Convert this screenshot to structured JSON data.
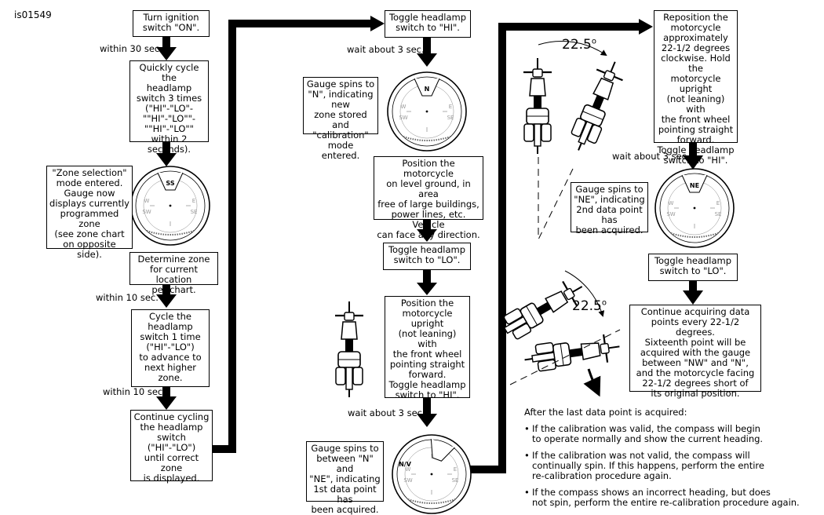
{
  "doc_id": "is01549",
  "boxes": {
    "b1": "Turn ignition\nswitch \"ON\".",
    "b2": "Quickly cycle the\nheadlamp\nswitch 3 times\n(\"HI\"-\"LO\"-\n\"\"HI\"-\"LO\"\"-\n\"\"HI\"-\"LO\"\"\nwithin 2 seconds).",
    "b3": "\"Zone selection\"\nmode entered.\nGauge now\ndisplays currently\nprogrammed zone\n(see zone chart\non opposite side).",
    "b4": "Determine zone\nfor current location\nper chart.",
    "b5": "Cycle the\nheadlamp\nswitch 1 time\n(\"HI\"-\"LO\")\nto advance to\nnext higher zone.",
    "b6": "Continue cycling\nthe headlamp\nswitch\n(\"HI\"-\"LO\")\nuntil correct zone\nis displayed.",
    "b7": "Toggle headlamp\nswitch to \"HI\".",
    "b8": "Gauge spins to\n\"N\", indicating new\nzone stored and\n\"calibration\" mode\nentered.",
    "b9": "Position the motorcycle\non level ground, in area\nfree of large buildings,\npower lines, etc. Vehicle\ncan face any direction.",
    "b10": "Toggle headlamp\nswitch to \"LO\".",
    "b11": "Position the\nmotorcycle upright\n(not leaning) with\nthe front wheel\npointing straight\nforward.\nToggle headlamp\nswitch to \"HI\".",
    "b12": "Gauge spins to\nbetween \"N\" and\n\"NE\", indicating\n1st data point has\nbeen acquired.",
    "b13": "Reposition the\nmotorcycle\napproximately\n22-1/2 degrees\nclockwise. Hold the\nmotorcycle upright\n(not leaning) with\nthe front wheel\npointing straight\nforward.\nToggle headlamp\nswitch to \"HI\".",
    "b14": "Gauge spins to\n\"NE\", indicating\n2nd data point has\nbeen acquired.",
    "b15": "Toggle headlamp\nswitch to \"LO\".",
    "b16": "Continue acquiring data\npoints every 22-1/2 degrees.\nSixteenth point will be\nacquired with the gauge\nbetween \"NW\" and \"N\",\nand the motorcycle facing\n22-1/2 degrees short of\nits original position."
  },
  "labels": {
    "within_30": "within 30 sec.",
    "within_10_a": "within 10 sec.",
    "within_10_b": "within 10 sec.",
    "wait_3_a": "wait about 3 sec.",
    "wait_3_b": "wait about 3 sec.",
    "wait_3_c": "wait about 3 sec."
  },
  "angles": {
    "top": "22.5",
    "bottom": "22.5"
  },
  "gauges": {
    "zone": "SS",
    "calib": "N",
    "second": "NE",
    "zone_bottom": "N/V"
  },
  "notes": {
    "heading": "After the last data point is acquired:",
    "bullets": [
      "If the calibration was valid, the compass will begin\nto operate normally and show the current heading.",
      "If the calibration was not valid, the compass will\ncontinually spin. If this happens, perform the entire\nre-calibration procedure again.",
      "If the compass shows an incorrect heading, but does\nnot spin, perform the entire re-calibration procedure again."
    ]
  },
  "colors": {
    "ink": "#000000",
    "paper": "#ffffff"
  }
}
